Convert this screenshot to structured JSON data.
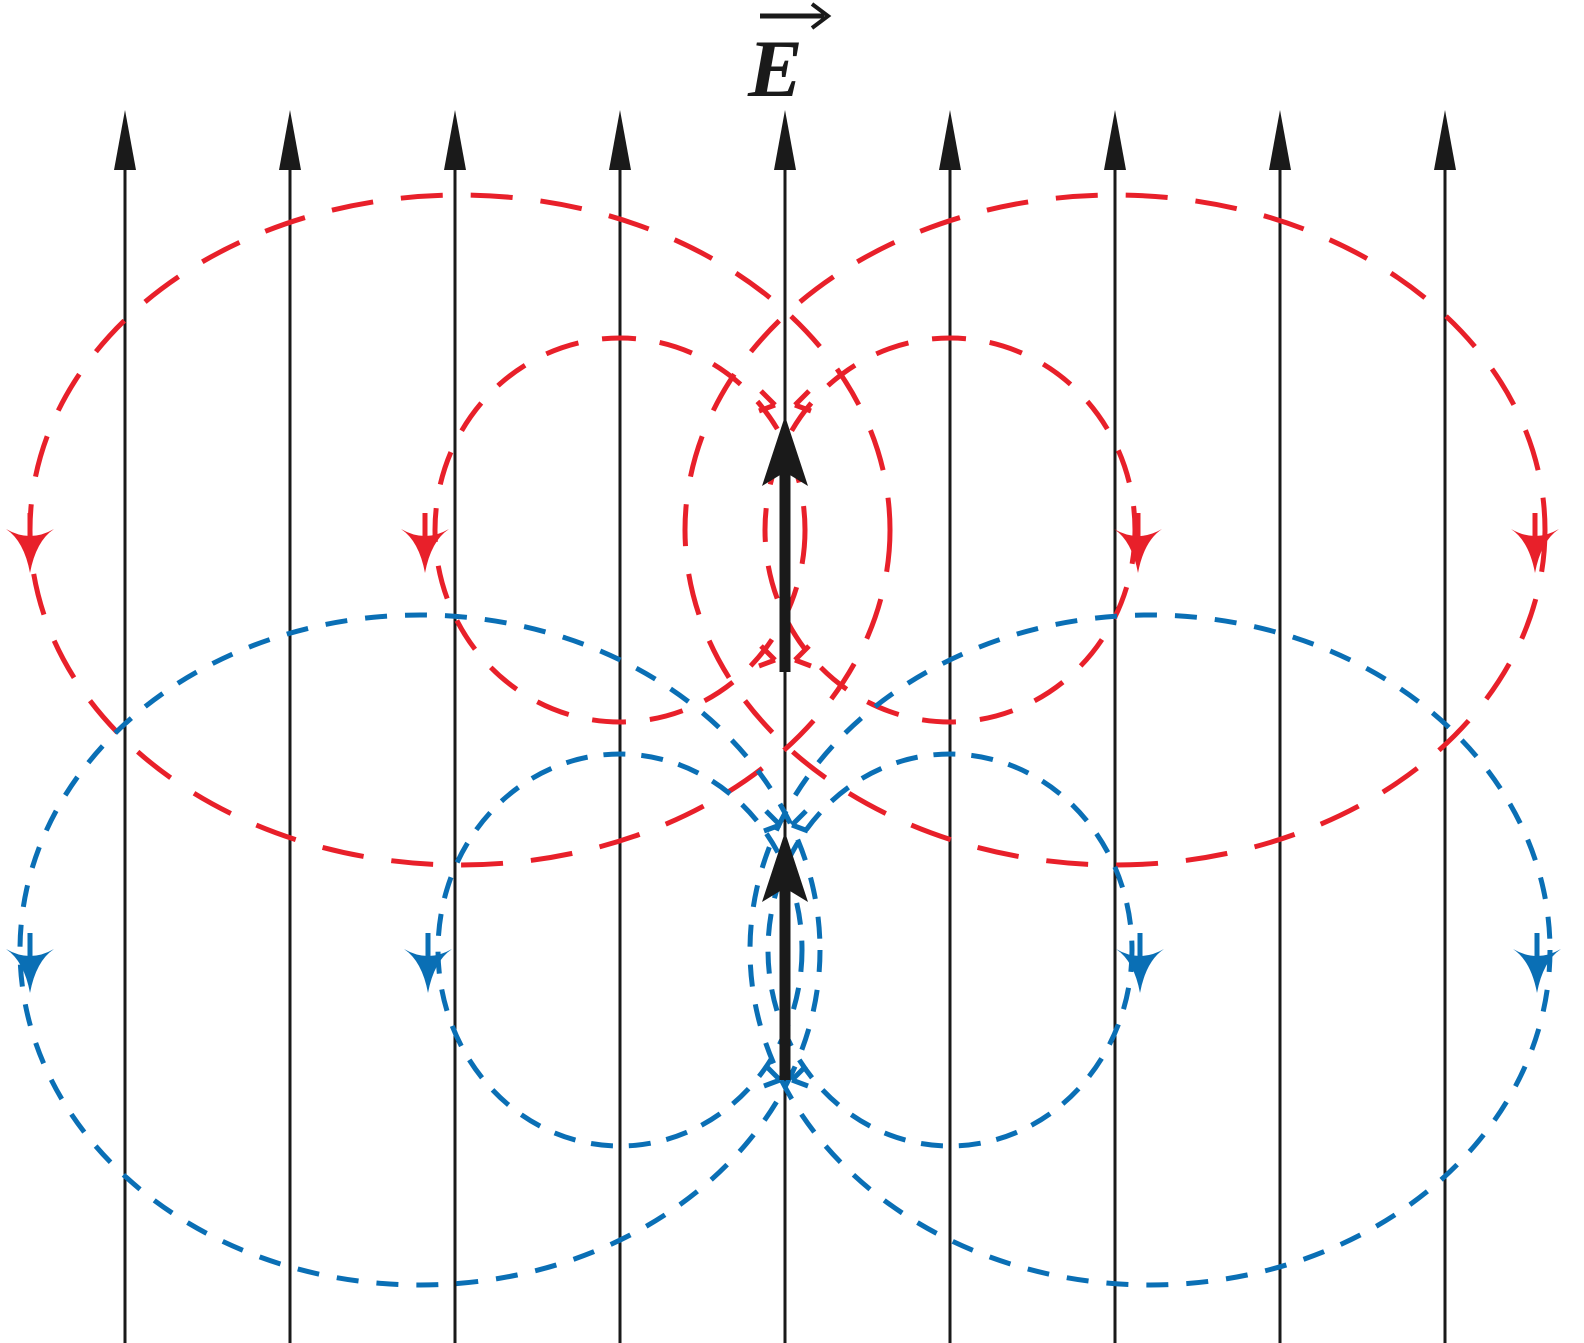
{
  "title_symbol": "E",
  "colors": {
    "field_lines": "#1a1a1a",
    "red_loops": "#e8202a",
    "blue_loops": "#0a6fb5",
    "background": "#ffffff"
  },
  "field_lines": {
    "count": 9,
    "direction": "up",
    "arrow": "filled-triangle-head"
  },
  "dipoles": [
    {
      "name": "upper",
      "orientation": "up",
      "loops_color": "red_loops",
      "loop_style": "long-dash"
    },
    {
      "name": "lower",
      "orientation": "up",
      "loops_color": "blue_loops",
      "loop_style": "short-dash"
    }
  ],
  "loop_arrows": {
    "red": [
      "down",
      "down",
      "down",
      "down"
    ],
    "blue": [
      "down",
      "down",
      "down",
      "down"
    ]
  }
}
